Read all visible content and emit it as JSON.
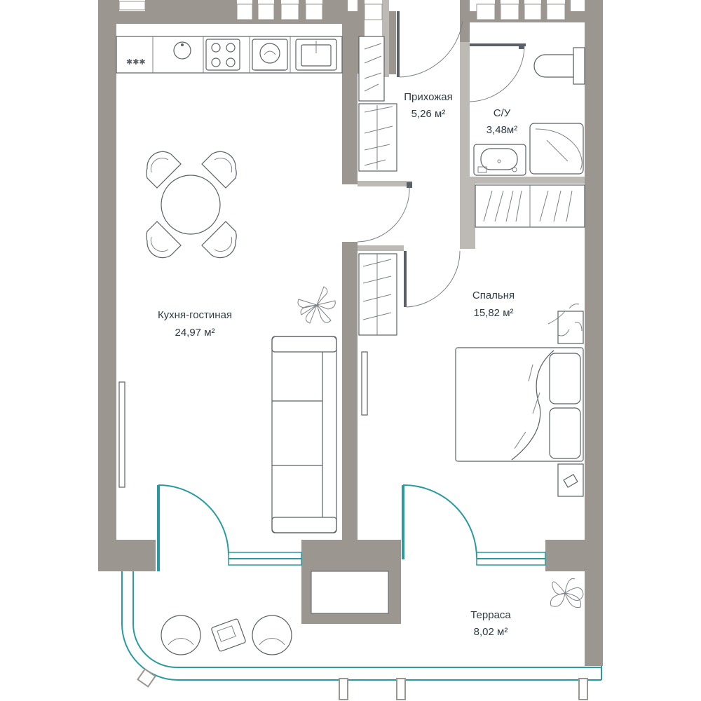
{
  "rooms": {
    "hallway": {
      "name": "Прихожая",
      "area": "5,26 м²"
    },
    "bathroom": {
      "name": "С/У",
      "area": "3,48м²"
    },
    "kitchen_living": {
      "name": "Кухня-гостиная",
      "area": "24,97 м²"
    },
    "bedroom": {
      "name": "Спальня",
      "area": "15,82 м²"
    },
    "terrace": {
      "name": "Терраса",
      "area": "8,02 м²"
    }
  },
  "colors": {
    "wall": "#9c9691",
    "glazing": "#2a9aa0",
    "line": "#5a6068",
    "label": "#2f3b45"
  }
}
